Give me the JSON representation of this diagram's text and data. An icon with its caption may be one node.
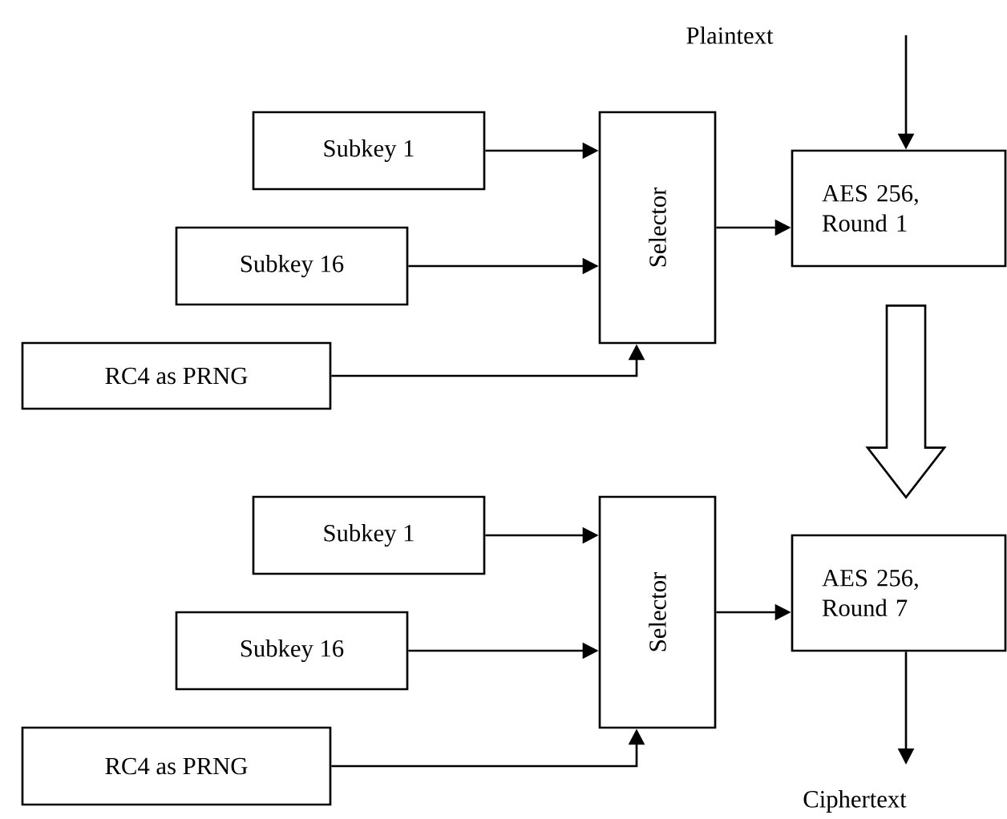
{
  "diagram": {
    "nodes": [
      {
        "text": [
          "Subkey 1"
        ]
      },
      {
        "text": [
          "Subkey 16"
        ]
      },
      {
        "text": [
          "RC4 as PRNG"
        ]
      },
      {
        "text": [
          "Selector"
        ]
      },
      {
        "text": [
          "AES 256, Round 1"
        ]
      },
      {
        "text": [
          "Subkey 1"
        ]
      },
      {
        "text": [
          "Subkey 16"
        ]
      },
      {
        "text": [
          "RC4 as PRNG"
        ]
      },
      {
        "text": [
          "Selector"
        ]
      },
      {
        "text": [
          "AES 256, Round 7"
        ]
      },
      {
        "text": [
          "Ciphertext"
        ]
      }
    ],
    "edges": [
      {
        "from": null,
        "to": 4,
        "arrow": "to"
      },
      {
        "from": 0,
        "to": 3,
        "arrow": "to"
      },
      {
        "from": 1,
        "to": 3,
        "arrow": "to"
      },
      {
        "from": 2,
        "to": 3,
        "arrow": "to"
      },
      {
        "from": 3,
        "to": 4,
        "arrow": "to"
      },
      {
        "from": 4,
        "to": 9,
        "arrow": "to"
      },
      {
        "from": 5,
        "to": 8,
        "arrow": "to"
      },
      {
        "from": 6,
        "to": 8,
        "arrow": "to"
      },
      {
        "from": 7,
        "to": 8,
        "arrow": "to"
      },
      {
        "from": 8,
        "to": 9,
        "arrow": "to"
      },
      {
        "from": 9,
        "to": 10,
        "arrow": "to"
      }
    ],
    "labels": [
      "Plaintext"
    ]
  }
}
